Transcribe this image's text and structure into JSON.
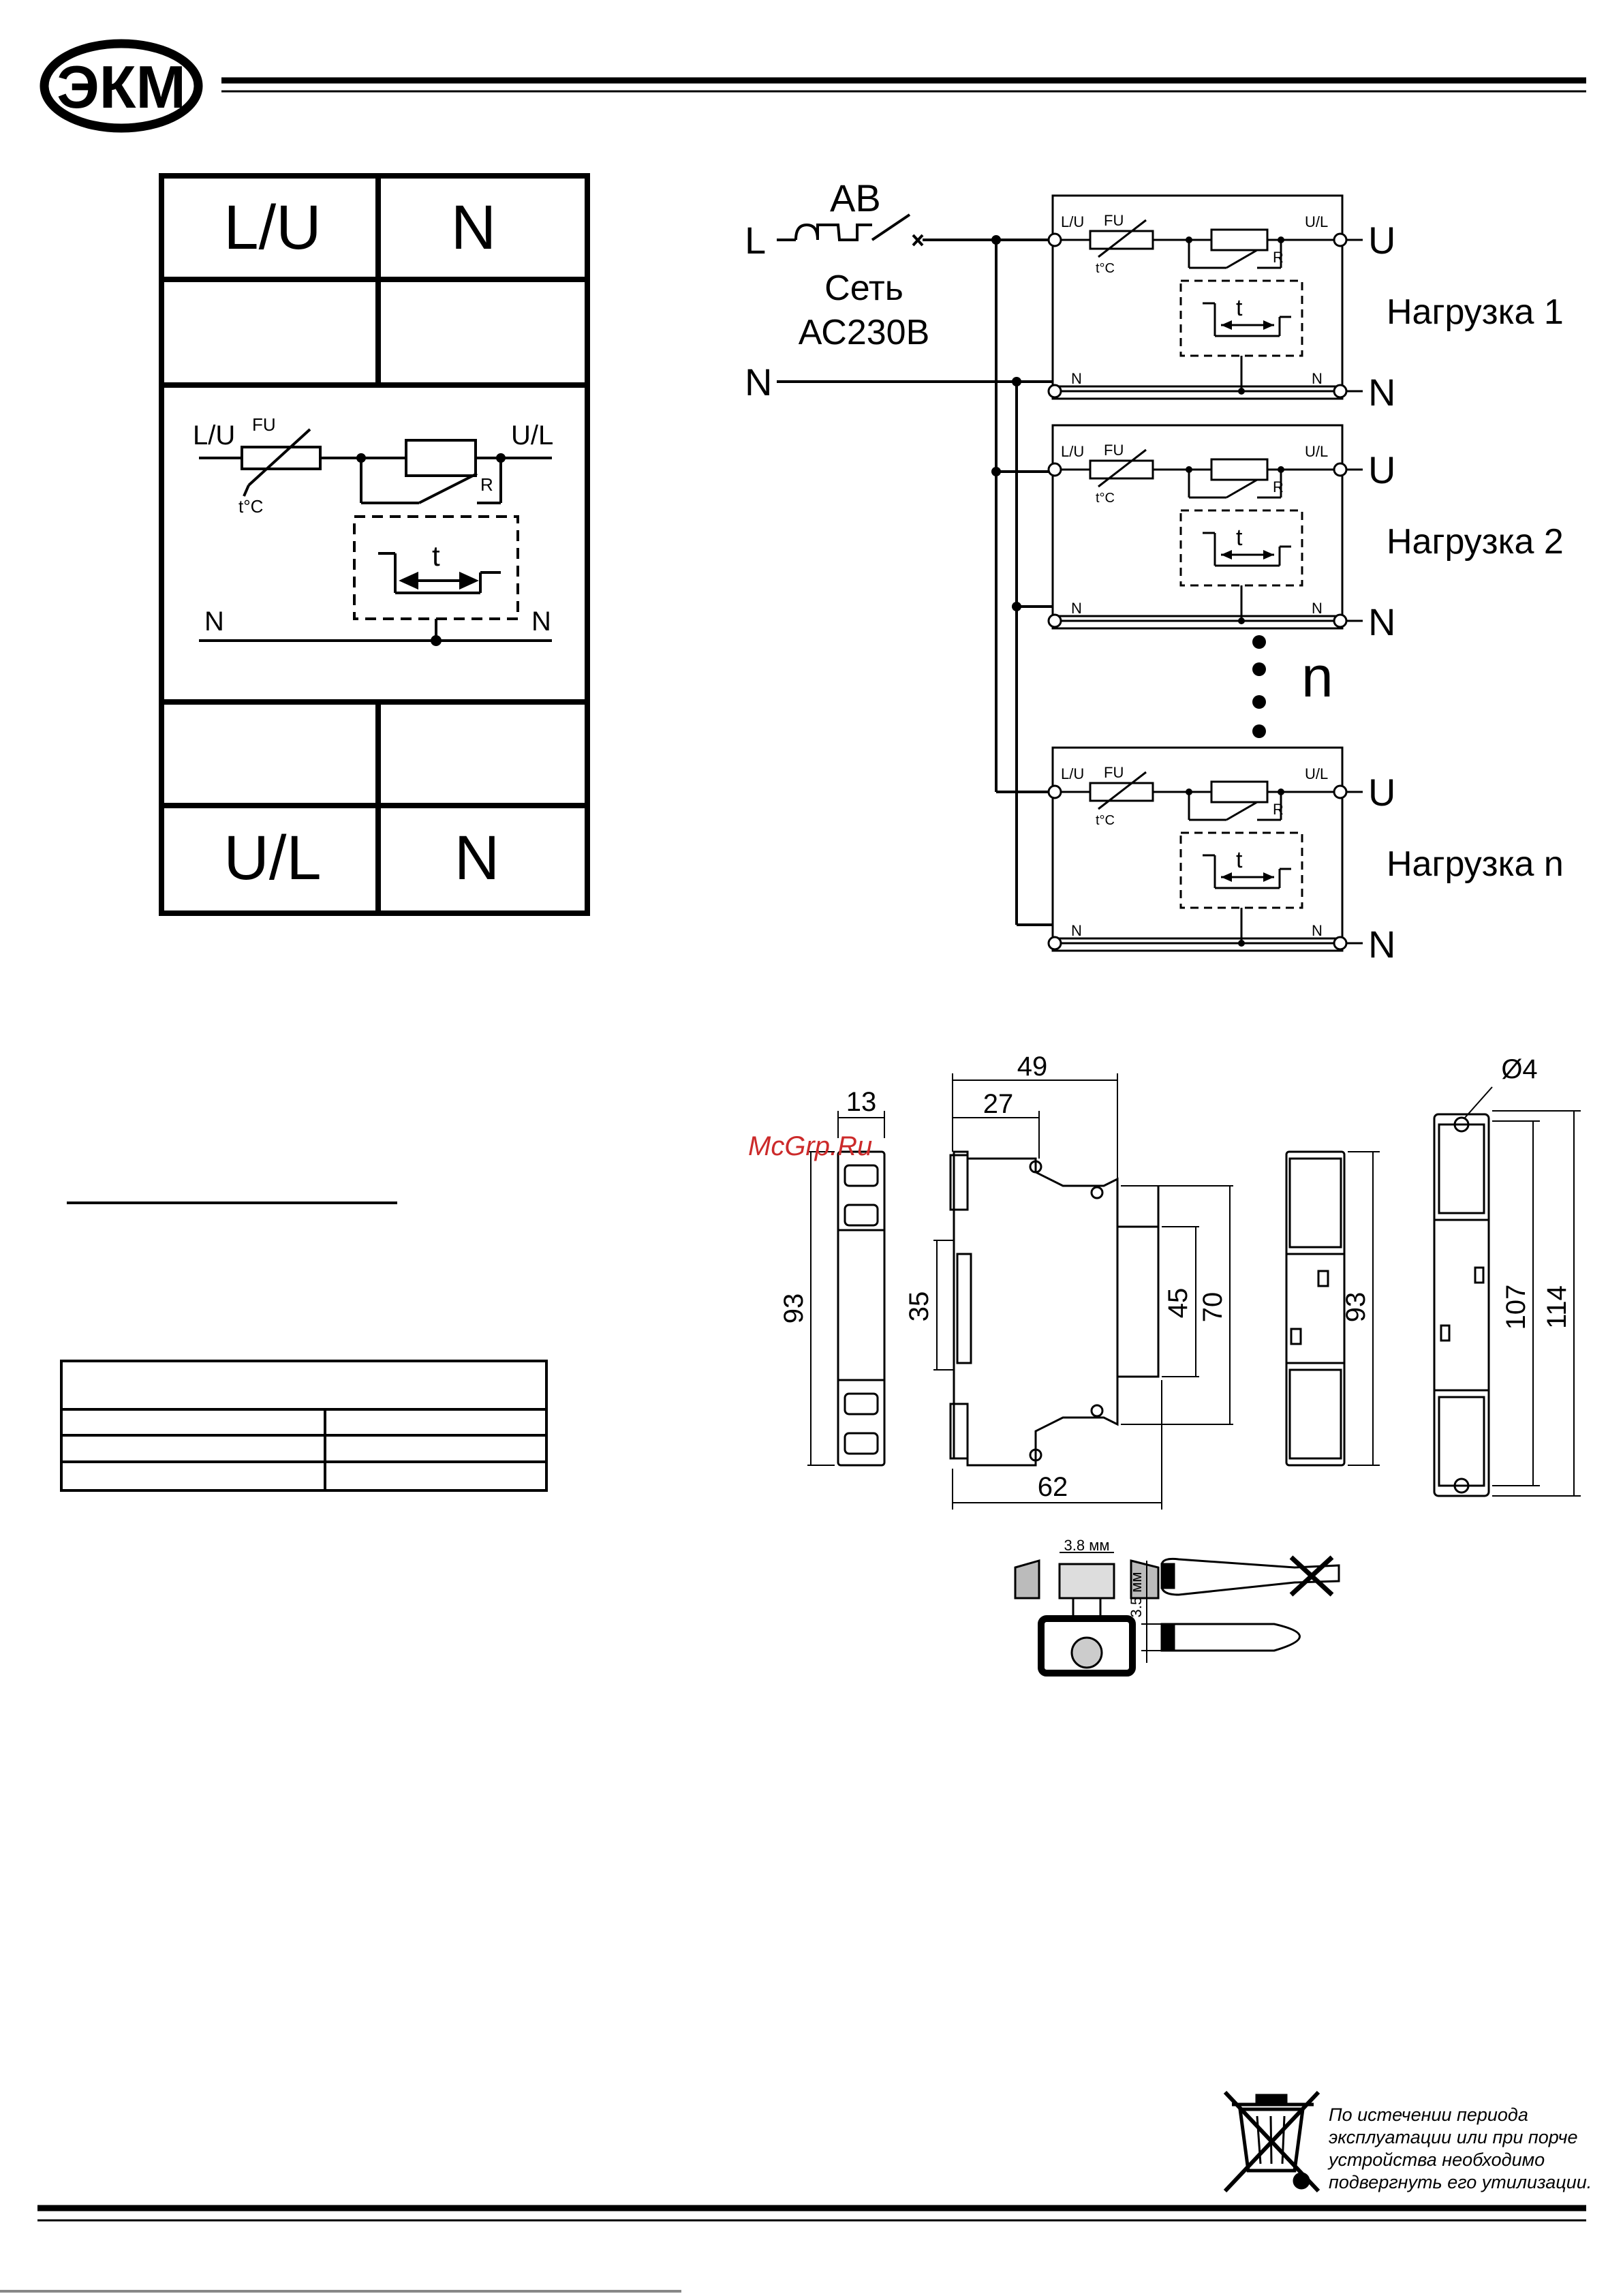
{
  "logo": {
    "text": "ЭКМ"
  },
  "terminal_block": {
    "top_left": "L/U",
    "top_right": "N",
    "bottom_left": "U/L",
    "bottom_right": "N",
    "schematic": {
      "in_label": "L/U",
      "out_label": "U/L",
      "fuse_label": "FU",
      "thermal_label": "t°C",
      "relay_label": "R",
      "timer_label": "t",
      "neutral_left": "N",
      "neutral_right": "N"
    }
  },
  "wiring": {
    "breaker_label": "АВ",
    "line_label": "L",
    "neutral_label": "N",
    "network_line1": "Сеть",
    "network_line2": "АС230В",
    "n_label": "n",
    "modules": [
      {
        "load_label": "Нагрузка 1"
      },
      {
        "load_label": "Нагрузка 2"
      },
      {
        "load_label": "Нагрузка n"
      }
    ],
    "module_labels": {
      "in": "L/U",
      "out": "U/L",
      "fu": "FU",
      "temp": "t°C",
      "relay": "R",
      "timer": "t",
      "n": "N",
      "u": "U"
    }
  },
  "dimensions": {
    "watermark": "McGrp.Ru",
    "width_13": "13",
    "height_93": "93",
    "width_49": "49",
    "width_27": "27",
    "height_35": "35",
    "height_45": "45",
    "height_70": "70",
    "width_62": "62",
    "height_93b": "93",
    "dia_4": "Ø4",
    "height_107": "107",
    "height_114": "114",
    "screw_slot": "3.8 мм",
    "screw_blade": "3.5 мм"
  },
  "disposal": {
    "line1": "По истечении периода",
    "line2": "эксплуатации или при порче",
    "line3": "устройства необходимо",
    "line4": "подвергнуть его утилизации."
  }
}
